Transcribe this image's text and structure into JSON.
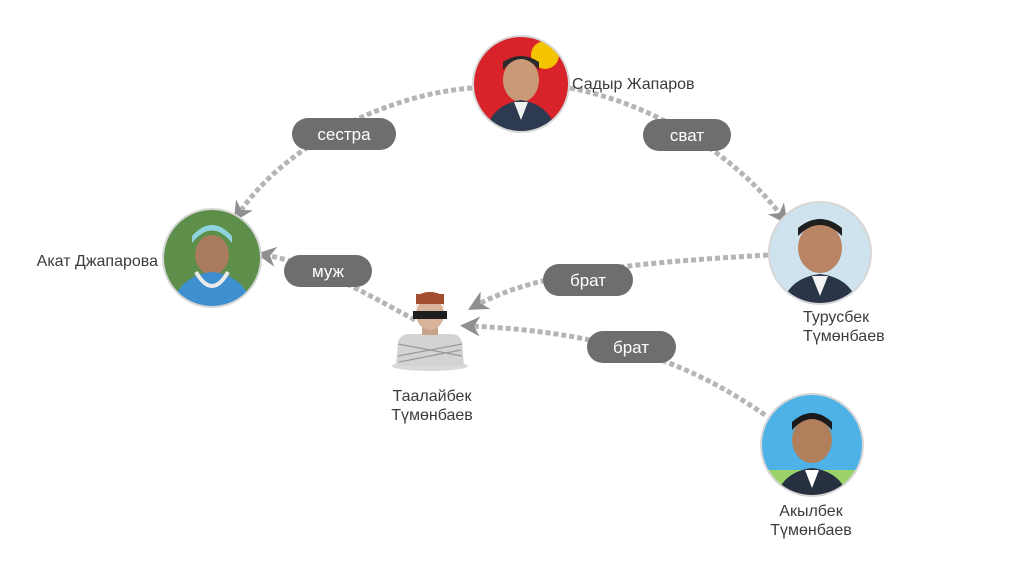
{
  "people": {
    "sadyr": {
      "name": "Садыр Жапаров"
    },
    "akat": {
      "name": "Акат Джапарова"
    },
    "turusbek": {
      "line1": "Турусбек",
      "line2": "Түмөнбаев"
    },
    "taalaibek": {
      "line1": "Таалайбек",
      "line2": "Түмөнбаев"
    },
    "akylbek": {
      "line1": "Акылбек",
      "line2": "Түмөнбаев"
    }
  },
  "relations": {
    "sister": "сестра",
    "in_law": "сват",
    "husband": "муж",
    "brother_turusbek": "брат",
    "brother_akylbek": "брат"
  },
  "colors": {
    "edge": "#b5b5b5",
    "arrowhead": "#8f8f8f",
    "pill": "#6e6e6e",
    "text": "#3c3c3c"
  }
}
